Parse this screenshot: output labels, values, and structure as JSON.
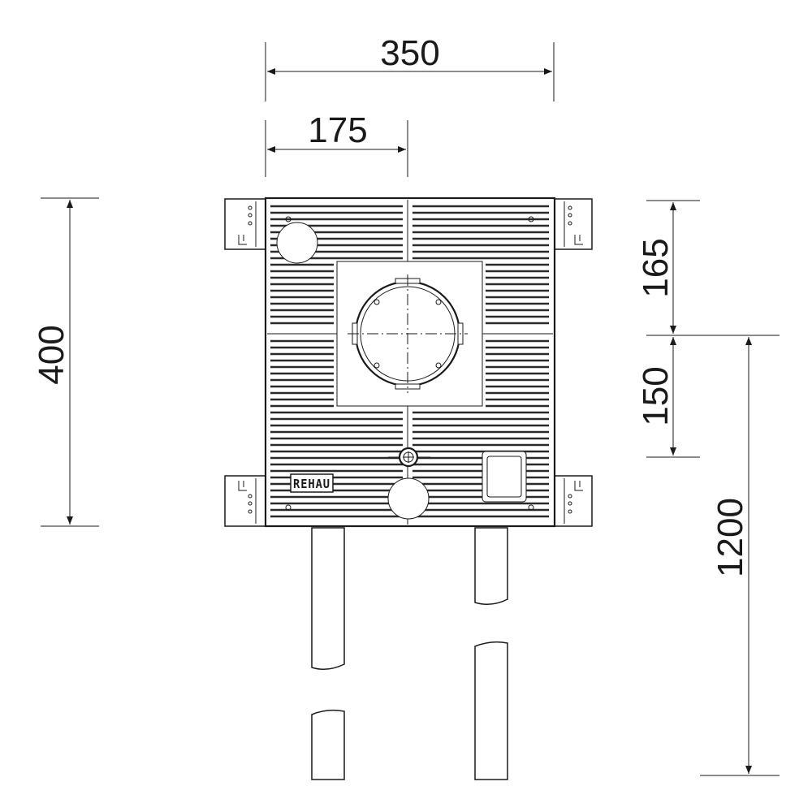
{
  "dimensions": {
    "overall_width": "350",
    "half_width": "175",
    "overall_height": "400",
    "top_to_center": "165",
    "center_to_lower": "150",
    "pipe_length": "1200"
  },
  "logo": {
    "text": "REHAU"
  },
  "colors": {
    "line": "#1a1a1a",
    "background": "#ffffff"
  }
}
